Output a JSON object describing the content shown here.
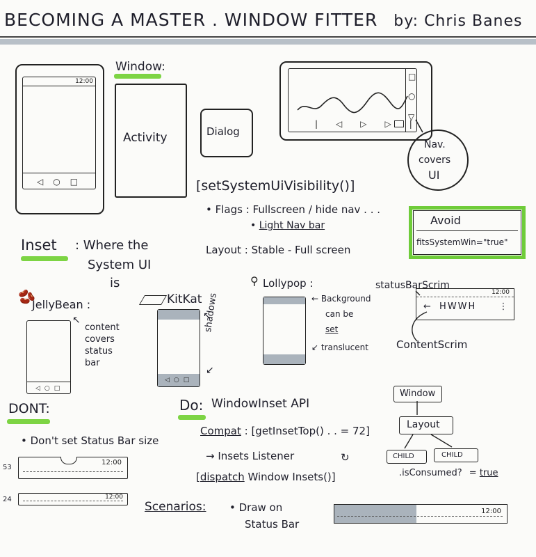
{
  "header": {
    "title": "BECOMING A MASTER . WINDOW FITTER",
    "byline": "by: Chris Banes"
  },
  "colors": {
    "ink": "#1e1e2a",
    "highlight_green": "#7dd444",
    "shade_gray": "#aab3bc"
  },
  "phone_sketch": {
    "clock": "12:00"
  },
  "window_section": {
    "heading": "Window:",
    "activity_label": "Activity",
    "dialog_label": "Dialog"
  },
  "tablet_sketch": {
    "callout": [
      "Nav.",
      "covers",
      "UI"
    ]
  },
  "system_ui": {
    "method": "[setSystemUiVisibility()]",
    "flags_label": "Flags",
    "flags_value": "Fullscreen / hide nav . . .",
    "flags_extra": "Light Nav bar",
    "layout_label": "Layout",
    "layout_value": "Stable - Full screen"
  },
  "avoid_box": {
    "heading": "Avoid",
    "text": "fitsSystemWin=\"true\""
  },
  "inset_def": {
    "term": "Inset",
    "definition_1": ": Where the",
    "definition_2": "System UI",
    "definition_3": "is"
  },
  "versions": {
    "jellybean": {
      "name": "JellyBean",
      "note": [
        "content",
        "covers",
        "status",
        "bar"
      ]
    },
    "kitkat": {
      "name": "KitKat",
      "note": "shadows"
    },
    "lollipop": {
      "name": "Lollypop",
      "note": [
        "Background",
        "can be",
        "set",
        "translucent"
      ]
    },
    "scrims": {
      "status_label": "statusBarScrim",
      "content_label": "ContentScrim",
      "clock": "12:00",
      "toolbar_text": "HWWH",
      "arrow": "←",
      "menu": "⋮"
    }
  },
  "dont": {
    "heading": "DONT:",
    "bullet": "Don't set Status Bar size",
    "bar_large_label": "53",
    "bar_small_label": "24",
    "clock": "12:00"
  },
  "do": {
    "heading": "Do:",
    "title": "WindowInset API",
    "compat_label": "Compat",
    "compat_value": "[getInsetTop() . . = 72]",
    "listener": "→ Insets Listener",
    "dispatch_prefix": "[",
    "dispatch_word": "dispatch",
    "dispatch_rest": "Window Insets()]"
  },
  "hierarchy": {
    "window": "Window",
    "layout": "Layout",
    "child_1": "CHILD",
    "child_2": "CHILD",
    "consumed_q": ".isConsumed?",
    "consumed_eq": "=",
    "consumed_value": "true"
  },
  "scenarios": {
    "heading": "Scenarios:",
    "item_line1": "• Draw on",
    "item_line2": "Status Bar",
    "clock": "12:00"
  }
}
